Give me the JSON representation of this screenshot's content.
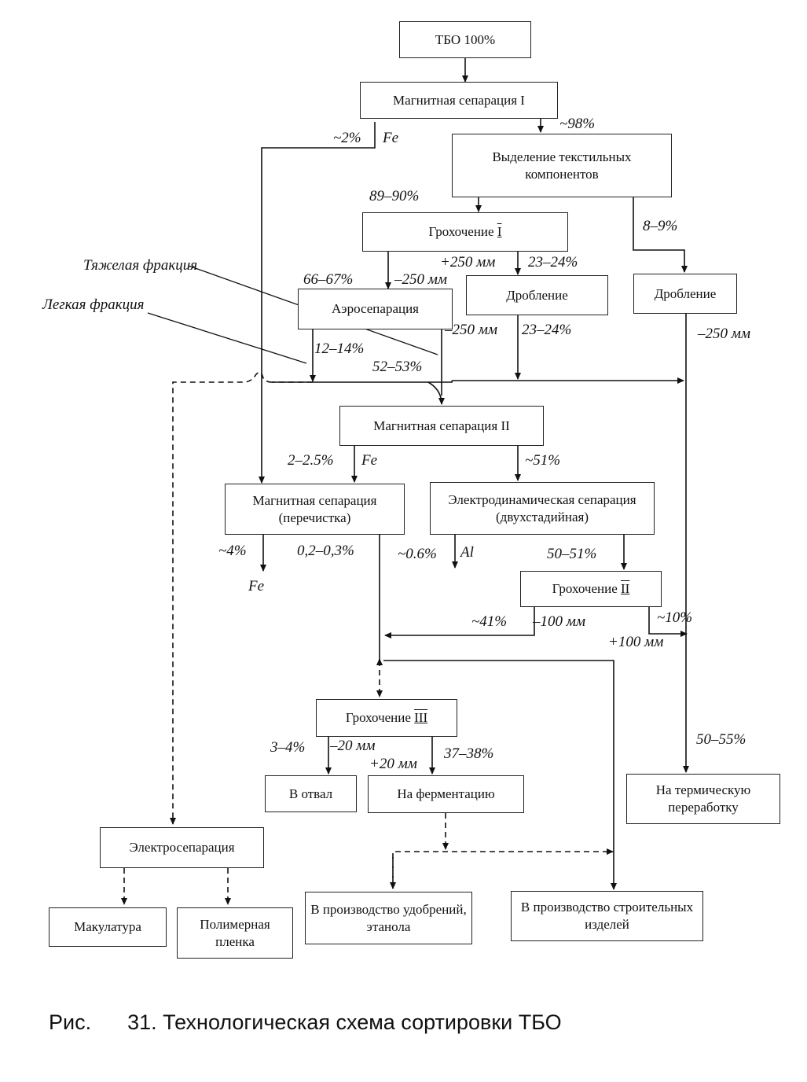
{
  "boxes": {
    "tbo": "ТБО 100%",
    "mag1": "Магнитная сепарация I",
    "textile": "Выделение текстильных компонентов",
    "screen1": "Грохочение",
    "aero": "Аэросепарация",
    "crush1": "Дробление",
    "crush2": "Дробление",
    "mag2": "Магнитная сепарация II",
    "mag_clean": "Магнитная сепарация (перечистка)",
    "electrodyn": "Электродинамическая сепарация (двухстадийная)",
    "screen2": "Грохочение",
    "screen3": "Грохочение",
    "dump": "В отвал",
    "ferment": "На ферментацию",
    "thermal": "На термическую переработку",
    "electrosep": "Электросепарация",
    "paper": "Макулатура",
    "film": "Полимерная пленка",
    "fertilizer": "В производство удобрений, этанола",
    "building": "В производство строительных изделей"
  },
  "roman": {
    "screen1": "I",
    "screen2": "II",
    "screen3": "III"
  },
  "labels": {
    "fe1_pct": "~2%",
    "fe1": "Fe",
    "pct98": "~98%",
    "pct89": "89–90%",
    "pct8": "8–9%",
    "heavy": "Тяжелая фракция",
    "light": "Легкая фракция",
    "plus250": "+250 мм",
    "pct23a": "23–24%",
    "pct66": "66–67%",
    "minus250a": "–250 мм",
    "minus250b": "–250 мм",
    "pct23b": "23–24%",
    "minus250c": "–250 мм",
    "pct12": "12–14%",
    "pct52": "52–53%",
    "pct2_2_5": "2–2.5%",
    "fe2": "Fe",
    "pct51": "~51%",
    "pct4": "~4%",
    "pct02": "0,2–0,3%",
    "fe3": "Fe",
    "pct06": "~0.6%",
    "al": "Al",
    "pct50_51": "50–51%",
    "pct41": "~41%",
    "minus100": "–100 мм",
    "pct10": "~10%",
    "plus100": "+100 мм",
    "pct3_4": "3–4%",
    "minus20": "–20 мм",
    "plus20": "+20 мм",
    "pct37": "37–38%",
    "pct50_55": "50–55%"
  },
  "caption": {
    "prefix": "Рис.",
    "text": "31. Технологическая схема сортировки ТБО"
  }
}
